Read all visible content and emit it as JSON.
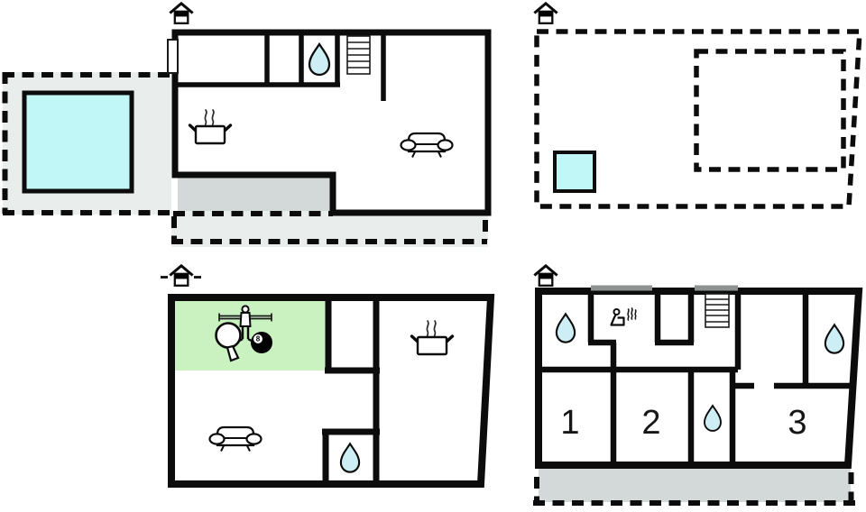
{
  "colors": {
    "background": "#ffffff",
    "wall": "#0c0c0c",
    "area_light_gray": "#e9edec",
    "area_dark_gray": "#d3d9d8",
    "water_blue": "#c2f7f7",
    "drop_blue": "#cdeef4",
    "activity_green": "#c9f2c0",
    "window_gray": "#8e9292"
  },
  "icons": {
    "entrance": "house-entrance-icon",
    "water_drop": "water-drop-icon",
    "kitchen_hob": "cooking-pot-icon",
    "sofa": "sofa-icon",
    "staircase": "staircase-icon",
    "sauna": "sauna-person-icon",
    "foosball_player": "foosball-player-icon",
    "table_tennis_paddle": "table-tennis-paddle-icon",
    "eight_ball": "billiard-eight-ball-icon",
    "eight_ball_label": "8"
  },
  "plans": {
    "house_ground_floor": {
      "areas": [
        "pool-terrace",
        "swimming-pool",
        "covered-terrace",
        "patio"
      ]
    },
    "outdoor_area": {
      "areas": [
        "garden-plot",
        "inner-dashed-area",
        "hot-tub"
      ]
    },
    "second_building_ground": {
      "areas": [
        "activity-zone"
      ]
    },
    "upper_floor": {
      "rooms": [
        {
          "number": "1"
        },
        {
          "number": "2"
        },
        {
          "number": "3"
        }
      ]
    }
  }
}
